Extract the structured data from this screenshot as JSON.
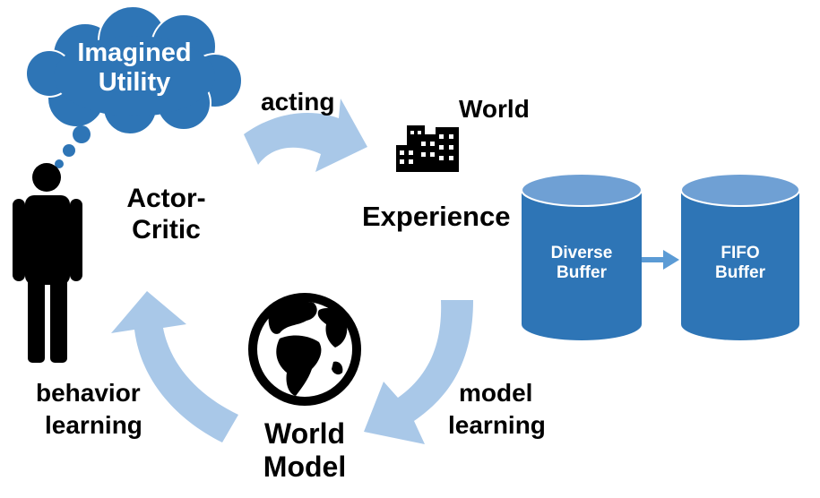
{
  "thought_bubble": {
    "line1": "Imagined",
    "line2": "Utility"
  },
  "agent": {
    "line1": "Actor-",
    "line2": "Critic"
  },
  "world": {
    "label": "World",
    "icon": "buildings-icon"
  },
  "experience": {
    "label": "Experience"
  },
  "world_model": {
    "line1": "World",
    "line2": "Model",
    "icon": "globe-icon"
  },
  "arrows": {
    "acting": "acting",
    "model_learning_1": "model",
    "model_learning_2": "learning",
    "behavior_learning_1": "behavior",
    "behavior_learning_2": "learning"
  },
  "buffers": {
    "diverse": {
      "line1": "Diverse",
      "line2": "Buffer"
    },
    "fifo": {
      "line1": "FIFO",
      "line2": "Buffer"
    }
  },
  "colors": {
    "cloud": "#2e75b6",
    "arrow": "#a9c8e8",
    "buffer_body": "#2e75b6",
    "buffer_top": "#6fa0d4",
    "buffer_arrow": "#5b9bd5",
    "icon": "#000000"
  }
}
